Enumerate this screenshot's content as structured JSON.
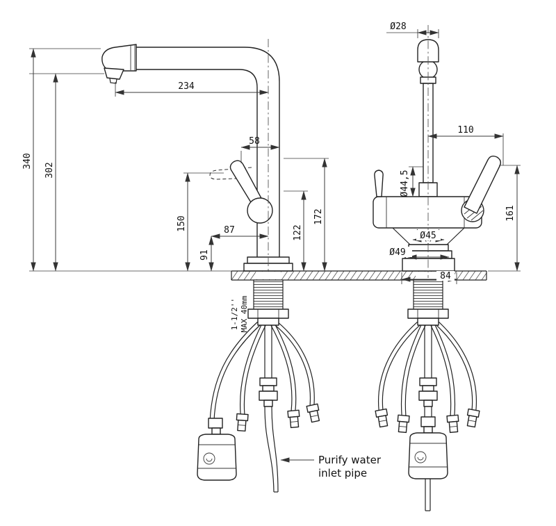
{
  "drawing": {
    "side_view": {
      "dims": {
        "overall_height": "340",
        "spout_height": "302",
        "spout_reach": "234",
        "top_width": "58",
        "handle_clearance": "150",
        "handle_offset": "87",
        "outlet_height": "91",
        "body_height": "122",
        "lever_height": "172"
      },
      "mount_note_line1": "1-1/2''",
      "mount_note_line2": "MAX 40mm"
    },
    "front_view": {
      "dims": {
        "spout_dia": "Ø28",
        "handle_length": "110",
        "body_dia": "Ø44,5",
        "handle_height": "161",
        "cone_dia": "Ø45",
        "base_dia": "Ø49",
        "hole_span": "84"
      }
    },
    "callout": {
      "purify_line1": "Purify water",
      "purify_line2": "inlet pipe"
    }
  }
}
